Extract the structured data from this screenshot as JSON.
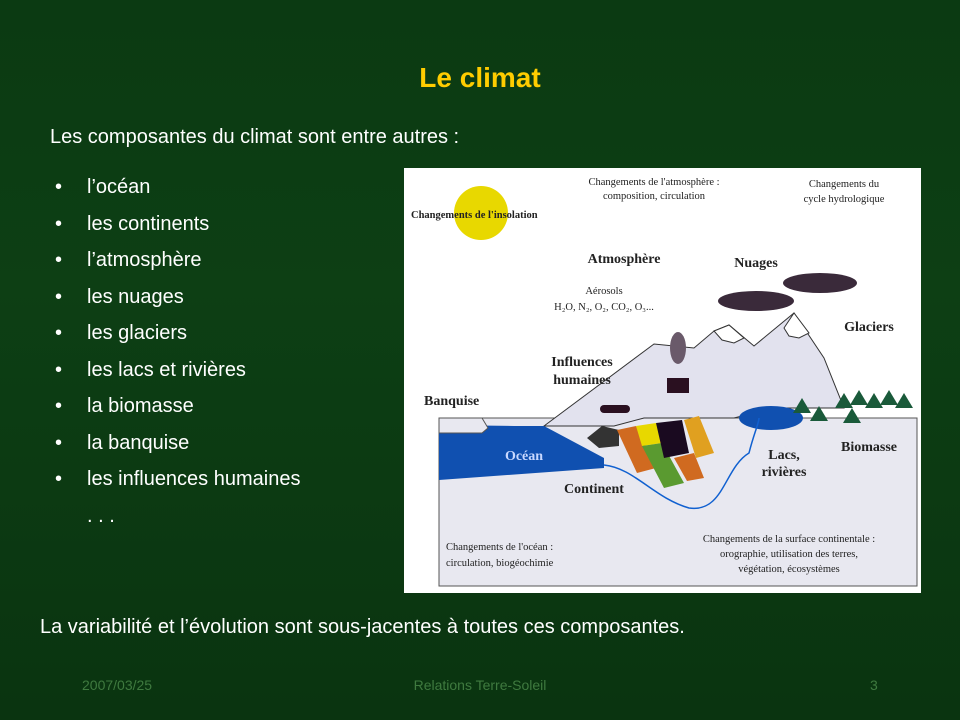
{
  "slide": {
    "title": "Le climat",
    "intro": "Les composantes du climat sont entre autres :",
    "bullet_symbol": "•",
    "bullets": [
      "l’océan",
      "les continents",
      "l’atmosphère",
      "les nuages",
      "les glaciers",
      "les lacs et rivières",
      "la biomasse",
      "la banquise",
      "les influences humaines"
    ],
    "bullets_more": ". . .",
    "conclusion": "La variabilité et l’évolution sont sous-jacentes à toutes ces composantes."
  },
  "diagram": {
    "insolation": "Changements de l'insolation",
    "atm_change_1": "Changements de l'atmosphère :",
    "atm_change_2": "composition, circulation",
    "hydro_1": "Changements du",
    "hydro_2": "cycle hydrologique",
    "atmosphere": "Atmosphère",
    "aerosols": "Aérosols",
    "gases": "H₂O, N₂, O₂, CO₂, O₃...",
    "nuages": "Nuages",
    "glaciers": "Glaciers",
    "influences_1": "Influences",
    "influences_2": "humaines",
    "banquise": "Banquise",
    "ocean": "Océan",
    "continent": "Continent",
    "lacs_1": "Lacs,",
    "lacs_2": "rivières",
    "biomasse": "Biomasse",
    "ocean_change_1": "Changements de l'océan :",
    "ocean_change_2": "circulation, biogéochimie",
    "surface_1": "Changements de la surface continentale :",
    "surface_2": "orographie, utilisation des terres,",
    "surface_3": "végétation, écosystèmes",
    "colors": {
      "sun": "#e8d800",
      "ocean": "#1050b0",
      "land": "#e6e6f0",
      "tree": "#1a5a3a"
    }
  },
  "footer": {
    "date": "2007/03/25",
    "center": "Relations Terre-Soleil",
    "page": "3"
  }
}
